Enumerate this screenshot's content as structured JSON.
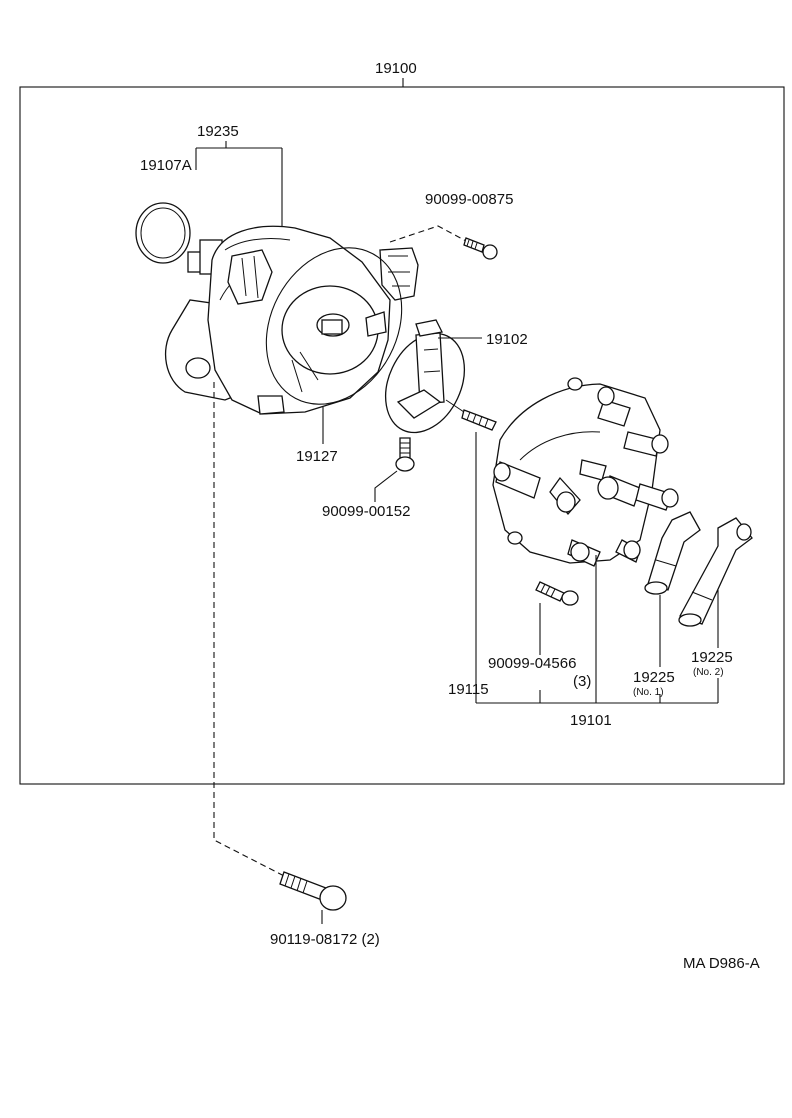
{
  "labels": {
    "assembly": "19100",
    "housing_group": "19235",
    "o_ring": "19107A",
    "bolt_top": "90099-00875",
    "rotor": "19102",
    "gasket": "19127",
    "screw_rotor": "90099-00152",
    "cap_screw": "90099-04566",
    "cap_screw_qty": "(3)",
    "cap_bolt": "19115",
    "cap_group": "19101",
    "boot_no1": "19225",
    "boot_no1_sub": "(No. 1)",
    "boot_no2": "19225",
    "boot_no2_sub": "(No. 2)",
    "mount_bolt": "90119-08172 (2)",
    "drawing_code": "MA D986-A"
  }
}
